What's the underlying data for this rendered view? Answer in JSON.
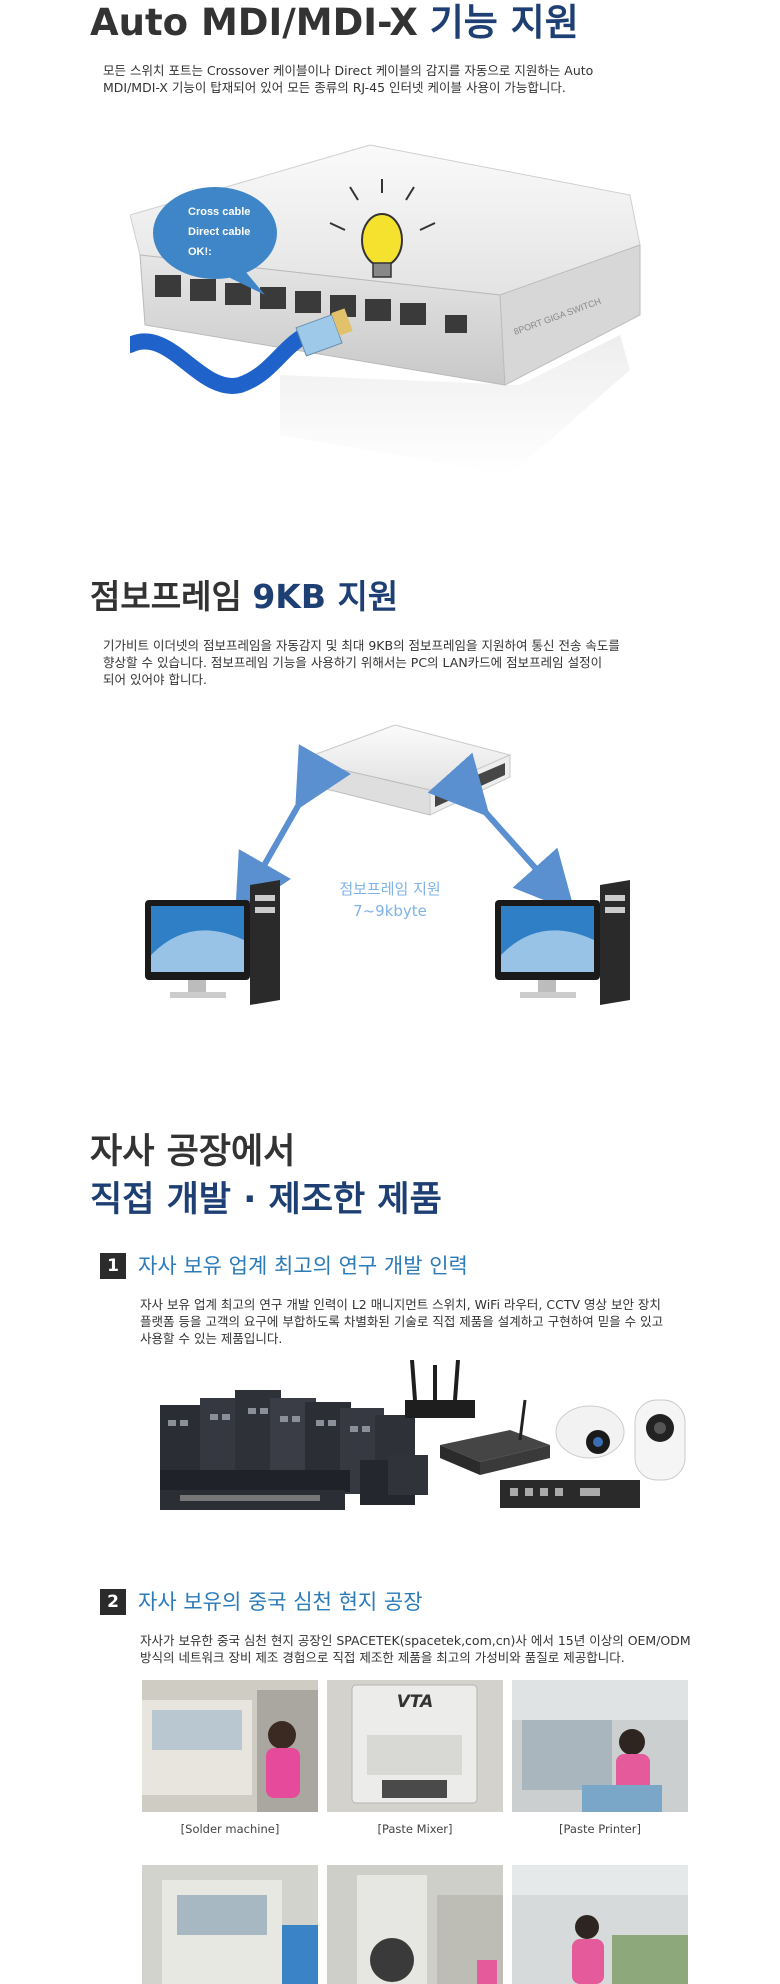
{
  "section1": {
    "title_part1": "Auto MDI/MDI-X",
    "title_part2": "기능 지원",
    "desc_line1": "모든 스위치 포트는 Crossover 케이블이나 Direct 케이블의 감지를 자동으로 지원하는 Auto",
    "desc_line2": "MDI/MDI-X 기능이 탑재되어 있어 모든 종류의 RJ-45 인터넷 케이블 사용이 가능합니다.",
    "bubble_line1": "Cross cable",
    "bubble_line2": "Direct cable",
    "bubble_line3": "OK!:",
    "switch_label": "8PORT GIGA SWITCH"
  },
  "section2": {
    "title_part1": "점보프레임",
    "title_part2": "9KB 지원",
    "desc_line1": "기가비트 이더넷의 점보프레임을 자동감지 및 최대 9KB의 점보프레임을 지원하여 통신 전송 속도를",
    "desc_line2": "향상할 수 있습니다. 점보프레임 기능을 사용하기 위해서는 PC의 LAN카드에 점보프레임 설정이",
    "desc_line3": "되어 있어야 합니다.",
    "diagram_label1": "점보프레임 지원",
    "diagram_label2": "7~9kbyte"
  },
  "section3": {
    "heading_line1": "자사 공장에서",
    "heading_line2": "직접 개발 · 제조한 제품",
    "sub1": {
      "number": "1",
      "title": "자사 보유 업계 최고의 연구 개발 인력",
      "desc_line1": "자사 보유 업계 최고의 연구 개발 인력이 L2 매니지먼트 스위치, WiFi 라우터, CCTV 영상 보안 장치",
      "desc_line2": "플랫폼 등을 고객의 요구에 부합하도록 차별화된 기술로 직접 제품을 설계하고 구현하여 믿을 수 있고",
      "desc_line3": "사용할 수 있는 제품입니다."
    },
    "sub2": {
      "number": "2",
      "title": "자사 보유의 중국 심천 현지 공장",
      "desc_line1": "자사가 보유한 중국 심천 현지 공장인 SPACETEK(spacetek,com,cn)사 에서 15년 이상의 OEM/ODM",
      "desc_line2": "방식의 네트워크 장비 제조 경험으로 직접 제조한 제품을 최고의 가성비와 품질로 제공합니다.",
      "photo_brand": "VTA",
      "captions": [
        "[Solder machine]",
        "[Paste Mixer]",
        "[Paste Printer]"
      ]
    }
  },
  "colors": {
    "title_blue": "#1e3f73",
    "subtitle_blue": "#2b7bb9",
    "cable_blue": "#1f62c9",
    "bubble_blue": "#3f86c8",
    "arrow_blue": "#5a8fd0"
  }
}
